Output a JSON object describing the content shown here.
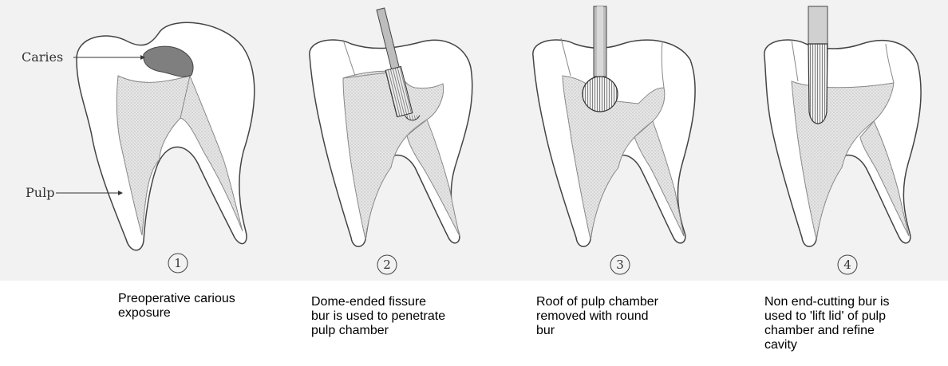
{
  "labels": {
    "caries": "Caries",
    "pulp": "Pulp"
  },
  "steps": [
    {
      "number": "1",
      "caption": "Preoperative carious\nexposure"
    },
    {
      "number": "2",
      "caption": "Dome-ended fissure\nbur is used to penetrate\n pulp chamber"
    },
    {
      "number": "3",
      "caption": "Roof of pulp chamber\nremoved with round\nbur"
    },
    {
      "number": "4",
      "caption": "Non end-cutting bur is\nused to 'lift lid' of pulp\nchamber and refine\ncavity"
    }
  ]
}
